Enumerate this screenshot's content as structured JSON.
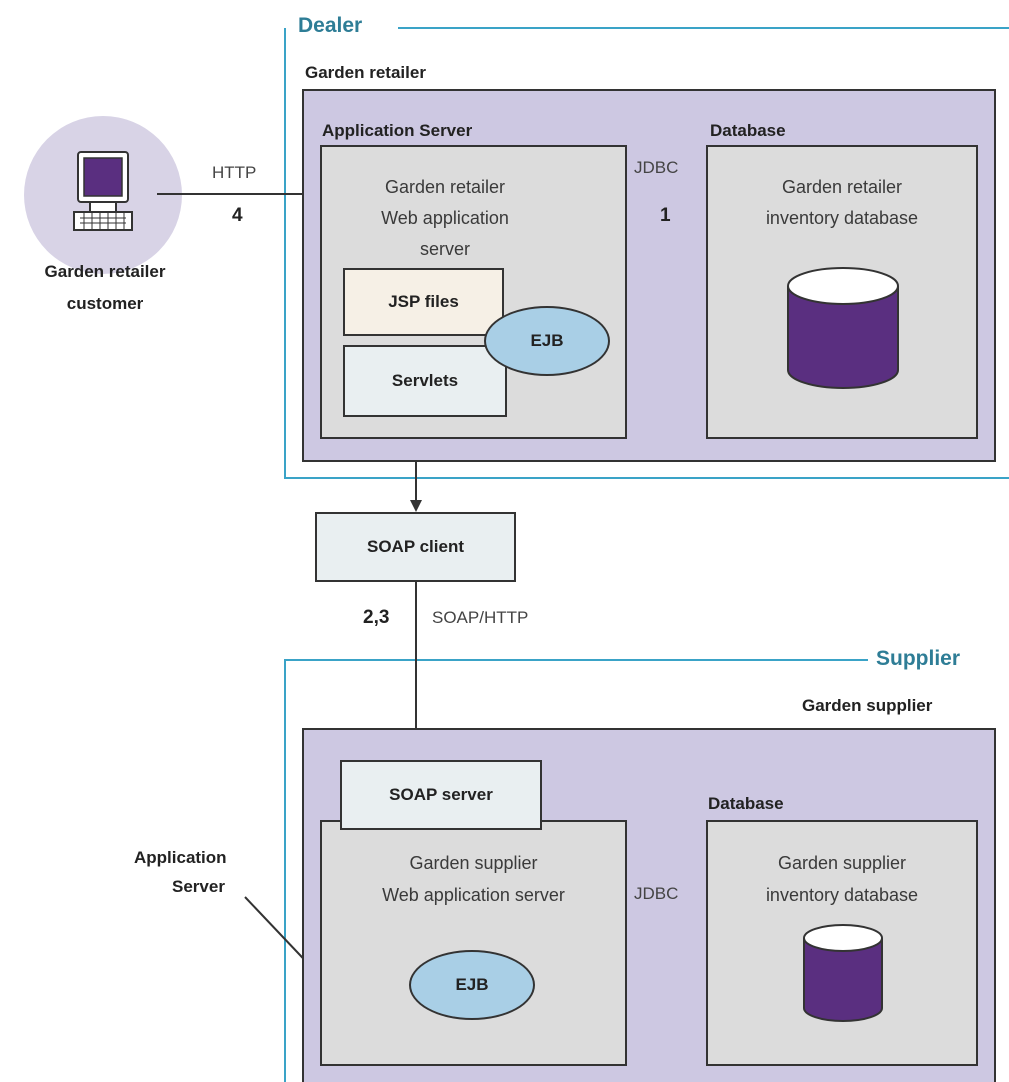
{
  "dealer": {
    "title": "Dealer",
    "retailer_label": "Garden retailer",
    "app_server_label": "Application Server",
    "app_server_text": [
      "Garden retailer",
      "Web application",
      "server"
    ],
    "jsp_label": "JSP files",
    "servlets_label": "Servlets",
    "ejb_label": "EJB",
    "database_label": "Database",
    "database_text": [
      "Garden retailer",
      "inventory database"
    ],
    "jdbc_label": "JDBC",
    "jdbc_step": "1",
    "http_label": "HTTP",
    "http_step": "4"
  },
  "customer": {
    "label": [
      "Garden retailer",
      "customer"
    ]
  },
  "soap_client": {
    "label": "SOAP client",
    "step": "2,3",
    "protocol": "SOAP/HTTP"
  },
  "supplier": {
    "title": "Supplier",
    "supplier_label": "Garden supplier",
    "soap_server_label": "SOAP server",
    "app_server_text": [
      "Garden supplier",
      "Web application server"
    ],
    "ejb_label": "EJB",
    "database_label": "Database",
    "database_text": [
      "Garden supplier",
      "inventory database"
    ],
    "jdbc_label": "JDBC",
    "app_server_callout": [
      "Application",
      "Server"
    ]
  },
  "colors": {
    "section_border": "#3aa3c7",
    "section_title": "#2e7d96",
    "container": "#cdc8e2",
    "server_box": "#dcdcdc",
    "ejb_fill": "#a9cfe6",
    "db_fill": "#5a2f80"
  }
}
